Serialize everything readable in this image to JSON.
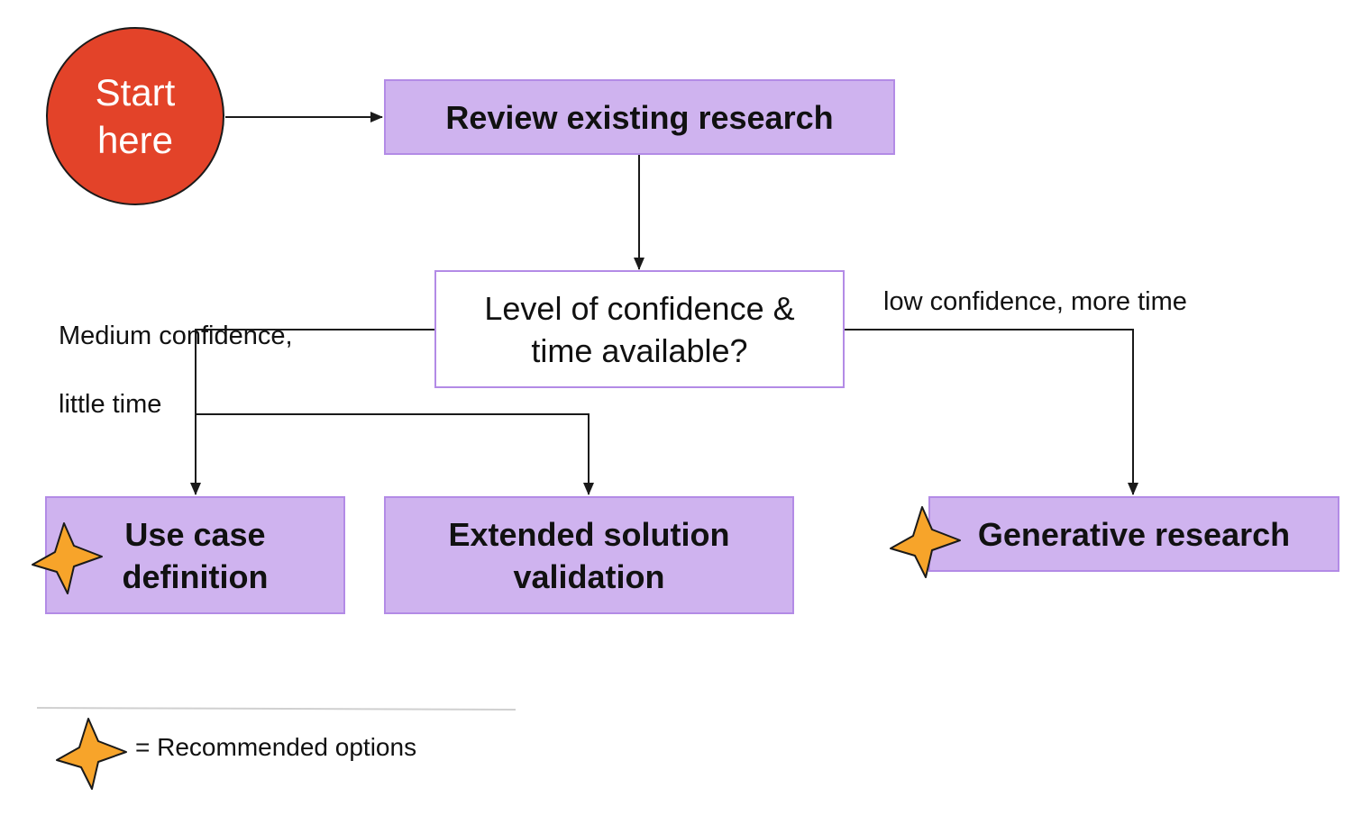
{
  "start": {
    "label_line1": "Start",
    "label_line2": "here"
  },
  "nodes": {
    "review": "Review existing research",
    "question_line1": "Level of confidence &",
    "question_line2": "time available?",
    "use_case_line1": "Use case",
    "use_case_line2": "definition",
    "extended_line1": "Extended solution",
    "extended_line2": "validation",
    "generative": "Generative research"
  },
  "branches": {
    "left_line1": "Medium confidence,",
    "left_line2": "little time",
    "right": "low confidence, more time"
  },
  "legend": {
    "text": "= Recommended options",
    "icon": "star-icon"
  },
  "colors": {
    "start_fill": "#e34329",
    "node_fill": "#cfb3ef",
    "node_border": "#b38be6",
    "star_fill": "#f7a42a",
    "line": "#1a1a1a"
  }
}
